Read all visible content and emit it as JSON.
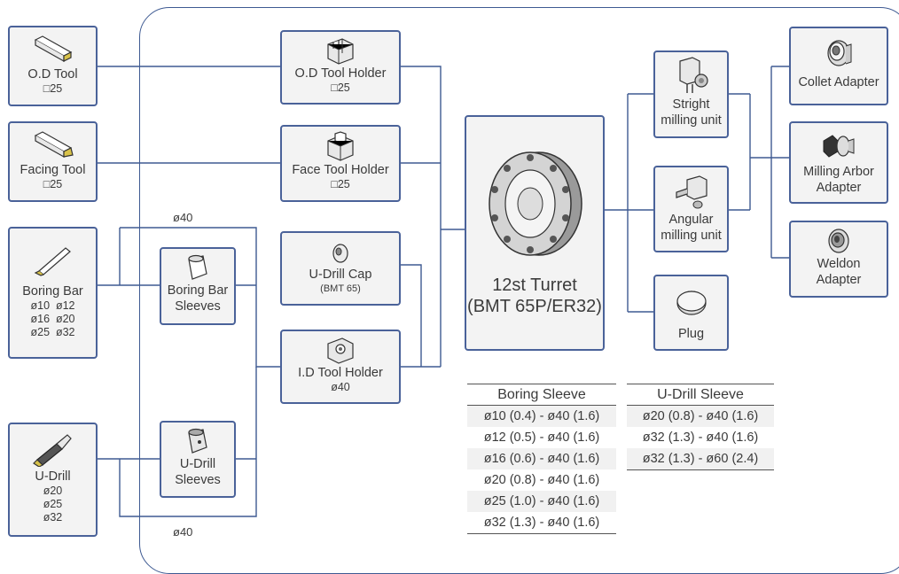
{
  "od_tool": {
    "name": "O.D Tool",
    "size": "□25"
  },
  "facing_tool": {
    "name": "Facing Tool",
    "size": "□25"
  },
  "boring_bar": {
    "name": "Boring Bar",
    "sizes": [
      "ø10  ø12",
      "ø16  ø20",
      "ø25  ø32"
    ]
  },
  "u_drill": {
    "name": "U-Drill",
    "sizes": [
      "ø20",
      "ø25",
      "ø32"
    ]
  },
  "od_holder": {
    "name": "O.D Tool Holder",
    "size": "□25"
  },
  "face_holder": {
    "name": "Face Tool Holder",
    "size": "□25"
  },
  "udrill_cap": {
    "name": "U-Drill Cap",
    "sub": "(BMT 65)"
  },
  "id_holder": {
    "name": "I.D Tool Holder",
    "size": "ø40"
  },
  "bb_sleeves": {
    "line1": "Boring Bar",
    "line2": "Sleeves"
  },
  "ud_sleeves": {
    "line1": "U-Drill",
    "line2": "Sleeves"
  },
  "dia_top": "ø40",
  "dia_bottom": "ø40",
  "turret": {
    "line1": "12st Turret",
    "line2": "(BMT 65P/ER32)"
  },
  "straight_unit": {
    "line1": "Stright",
    "line2": "milling unit"
  },
  "angular_unit": {
    "line1": "Angular",
    "line2": "milling unit"
  },
  "plug": {
    "name": "Plug"
  },
  "collet": {
    "name": "Collet Adapter"
  },
  "arbor": {
    "line1": "Milling Arbor",
    "line2": "Adapter"
  },
  "weldon": {
    "line1": "Weldon",
    "line2": "Adapter"
  },
  "boring_sleeve_table": {
    "header": "Boring Sleeve",
    "rows": [
      "ø10 (0.4) - ø40 (1.6)",
      "ø12 (0.5) - ø40 (1.6)",
      "ø16 (0.6) - ø40 (1.6)",
      "ø20 (0.8) - ø40 (1.6)",
      "ø25 (1.0) - ø40 (1.6)",
      "ø32 (1.3) - ø40 (1.6)"
    ]
  },
  "udrill_sleeve_table": {
    "header": "U-Drill Sleeve",
    "rows": [
      "ø20 (0.8) - ø40 (1.6)",
      "ø32 (1.3) - ø40 (1.6)",
      "ø32 (1.3) - ø60 (2.4)"
    ]
  },
  "colors": {
    "line": "#3e5a92",
    "box_fill": "#f3f3f3",
    "box_border": "#4a6299"
  }
}
